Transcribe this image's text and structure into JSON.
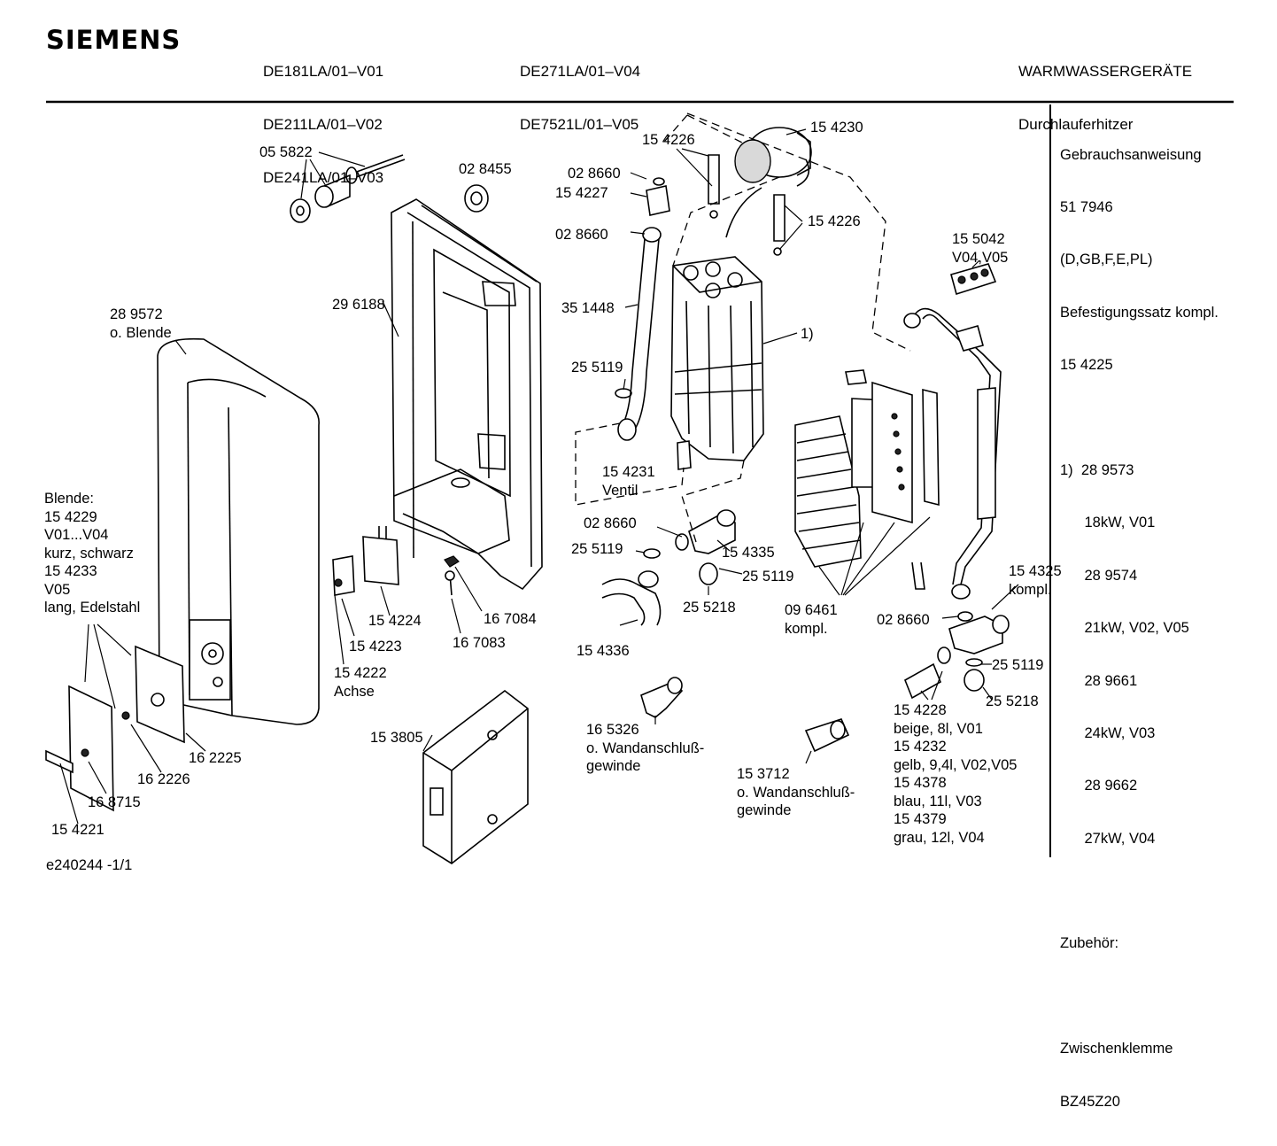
{
  "header": {
    "brand": "SIEMENS",
    "models_col1": [
      "DE181LA/01–V01",
      "DE211LA/01–V02",
      "DE241LA/01–V03"
    ],
    "models_col2": [
      "DE271LA/01–V04",
      "DE7521L/01–V05"
    ],
    "category": "WARMWASSERGERÄTE",
    "subcategory": "Durchlauferhitzer"
  },
  "sidebar": {
    "lines": [
      "Gebrauchsanweisung",
      "51 7946",
      "(D,GB,F,E,PL)",
      "Befestigungssatz kompl.",
      "15 4225",
      "",
      "1)  28 9573",
      "      18kW, V01",
      "      28 9574",
      "      21kW, V02, V05",
      "      28 9661",
      "      24kW, V03",
      "      28 9662",
      "      27kW, V04",
      "",
      "Zubehör:",
      "",
      "Zwischenklemme",
      "BZ45Z20"
    ]
  },
  "labels": {
    "p055822": "05 5822",
    "p028455": "02 8455",
    "p296188": "29 6188",
    "p289572": "28 9572\no. Blende",
    "blende": "Blende:\n15 4229\nV01...V04\nkurz, schwarz\n15 4233\nV05\nlang, Edelstahl",
    "p154226a": "15 4226",
    "p154230": "15 4230",
    "p028660a": "02 8660",
    "p154227": "15 4227",
    "p028660b": "02 8660",
    "p154226b": "15 4226",
    "p351448": "35 1448",
    "p255119a": "25 5119",
    "p1": "1)",
    "p155042": "15 5042\nV04,V05",
    "p154231": "15 4231\nVentil",
    "p028660c": "02 8660",
    "p255119b": "25 5119",
    "p154335": "15 4335",
    "p255119c": "25 5119",
    "p255218a": "25 5218",
    "p154336": "15 4336",
    "p096461": "09 6461\nkompl.",
    "p154325": "15 4325\nkompl.",
    "p028660d": "02 8660",
    "p255119d": "25 5119",
    "p255218b": "25 5218",
    "p154228": "15 4228\nbeige, 8l, V01\n15 4232\ngelb, 9,4l, V02,V05\n15 4378\nblau, 11l, V03\n15 4379\ngrau, 12l, V04",
    "p154224": "15 4224",
    "p154223": "15 4223",
    "p154222": "15 4222\nAchse",
    "p167084": "16 7084",
    "p167083": "16 7083",
    "p162225": "16 2225",
    "p162226": "16 2226",
    "p168715": "16 8715",
    "p154221": "15 4221",
    "p153805": "15 3805",
    "p165326": "16 5326\no. Wandanschluß-\ngewinde",
    "p153712": "15 3712\no. Wandanschluß-\ngewinde"
  },
  "footer": {
    "doc_id": "e240244 -1/1"
  }
}
